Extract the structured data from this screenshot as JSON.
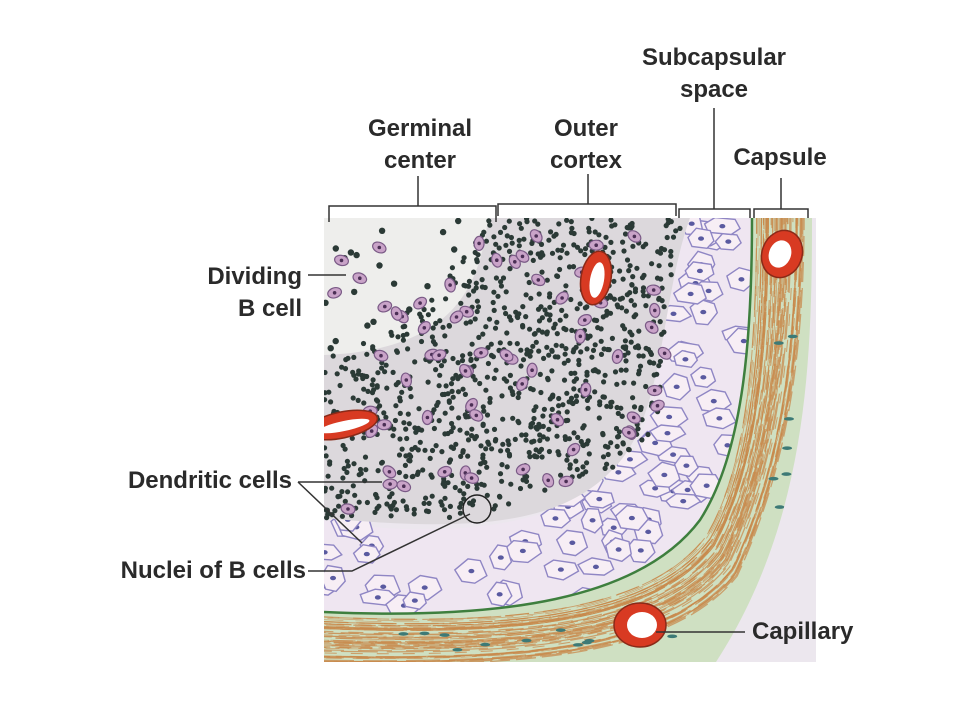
{
  "labels": {
    "subcapsular_space": {
      "line1": "Subcapsular",
      "line2": "space"
    },
    "germinal_center": {
      "line1": "Germinal",
      "line2": "center"
    },
    "outer_cortex": {
      "line1": "Outer",
      "line2": "cortex"
    },
    "capsule": "Capsule",
    "dividing_b_cell": {
      "line1": "Dividing",
      "line2": "B cell"
    },
    "dendritic_cells": "Dendritic cells",
    "nuclei_of_b_cells": "Nuclei of B cells",
    "capillary": "Capillary"
  },
  "colors": {
    "germinal_bg": "#eeeeec",
    "cortex_bg": "#ece7ee",
    "b_cell_nucleus": "#2b3a36",
    "dendritic_cell": "#c9a3c8",
    "sinus_cell_fill": "#f7eef5",
    "sinus_cell_border": "#8f86c4",
    "capsule_green": "#cfe0c2",
    "capsule_fiber": "#c88a4c",
    "capsule_edge": "#3e7f3e",
    "vessel_red": "#d83a22",
    "leader_line": "#333333"
  }
}
